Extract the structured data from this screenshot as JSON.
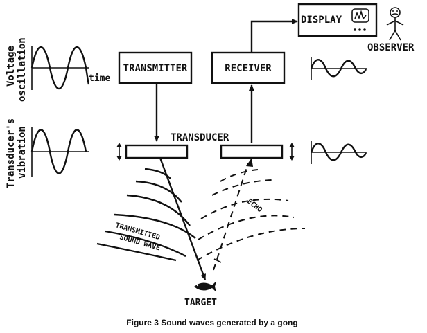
{
  "labels": {
    "voltage_line1": "Voltage",
    "voltage_line2": "oscillation",
    "time": "time",
    "transducer_vib_line1": "Transducer's",
    "transducer_vib_line2": "vibration",
    "transmitter": "TRANSMITTER",
    "receiver": "RECEIVER",
    "display": "DISPLAY",
    "observer": "OBSERVER",
    "transducer": "TRANSDUCER",
    "echo": "ECHO",
    "transmitted_line1": "TRANSMITTED",
    "transmitted_line2": "SOUND WAVE",
    "target": "TARGET"
  },
  "caption": "Figure 3 Sound waves generated by a gong"
}
